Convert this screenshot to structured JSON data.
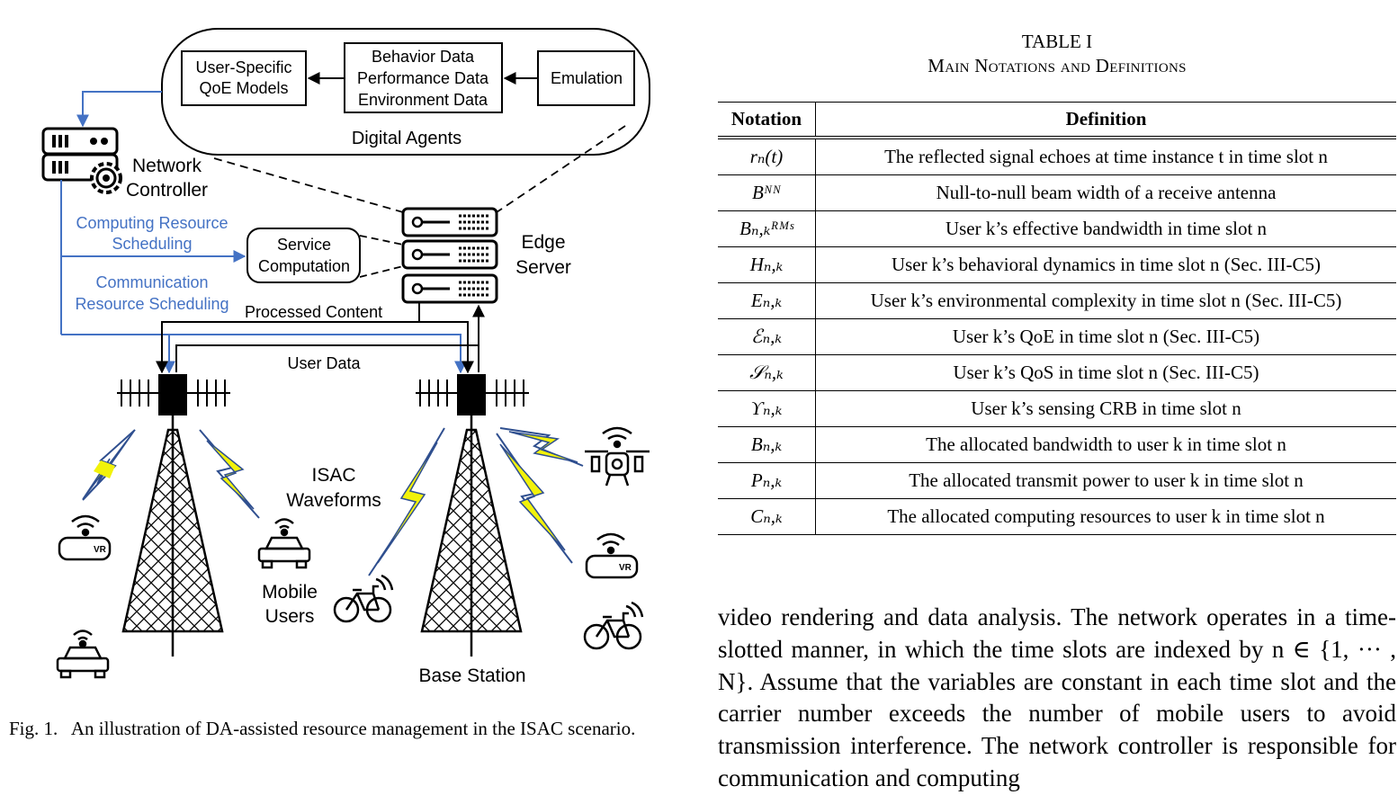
{
  "figure": {
    "digital_agents_title": "Digital Agents",
    "box_qoe": [
      "User-Specific",
      "QoE Models"
    ],
    "box_data": [
      "Behavior Data",
      "Performance Data",
      "Environment Data"
    ],
    "box_emulation": "Emulation",
    "network_controller": [
      "Network",
      "Controller"
    ],
    "edge_server": [
      "Edge",
      "Server"
    ],
    "computing_scheduling": [
      "Computing Resource",
      "Scheduling"
    ],
    "communication_scheduling": [
      "Communication",
      "Resource Scheduling"
    ],
    "service_computation": [
      "Service",
      "Computation"
    ],
    "processed_content": "Processed Content",
    "user_data": "User Data",
    "isac_waveforms": [
      "ISAC",
      "Waveforms"
    ],
    "mobile_users": [
      "Mobile",
      "Users"
    ],
    "base_station": "Base Station",
    "colors": {
      "accent_blue": "#4472c4",
      "lightning_yellow": "#f2f20a"
    }
  },
  "figure_caption": "Fig. 1.  An illustration of DA-assisted resource management in the ISAC scenario.",
  "table": {
    "label": "TABLE I",
    "title": "Main Notations and Definitions",
    "headers": [
      "Notation",
      "Definition"
    ],
    "rows": [
      {
        "notation": "rₙ(t)",
        "definition": "The reflected signal echoes at time instance t in time slot n"
      },
      {
        "notation": "Bᴺᴺ",
        "definition": "Null-to-null beam width of a receive antenna"
      },
      {
        "notation": "Bₙ,ₖᴿᴹˢ",
        "definition": "User k’s effective bandwidth in time slot n"
      },
      {
        "notation": "Hₙ,ₖ",
        "definition": "User k’s behavioral dynamics in time slot n (Sec. III-C5)"
      },
      {
        "notation": "Eₙ,ₖ",
        "definition": "User k’s environmental complexity in time slot n (Sec. III-C5)"
      },
      {
        "notation": "ℰₙ,ₖ",
        "definition": "User k’s QoE in time slot n (Sec. III-C5)"
      },
      {
        "notation": "𝒮ₙ,ₖ",
        "definition": "User k’s QoS in time slot n (Sec. III-C5)"
      },
      {
        "notation": "ϒₙ,ₖ",
        "definition": "User k’s sensing CRB in time slot n"
      },
      {
        "notation": "Bₙ,ₖ",
        "definition": "The allocated bandwidth to user k in time slot n"
      },
      {
        "notation": "Pₙ,ₖ",
        "definition": "The allocated transmit power to user k in time slot n"
      },
      {
        "notation": "Cₙ,ₖ",
        "definition": "The allocated computing resources to user k in time slot n"
      }
    ]
  },
  "body_text": "video rendering and data analysis. The network operates in a time-slotted manner, in which the time slots are indexed by n ∈ {1, ··· , N}. Assume that the variables are constant in each time slot and the carrier number exceeds the number of mobile users to avoid transmission interference. The network controller is responsible for communication and computing"
}
